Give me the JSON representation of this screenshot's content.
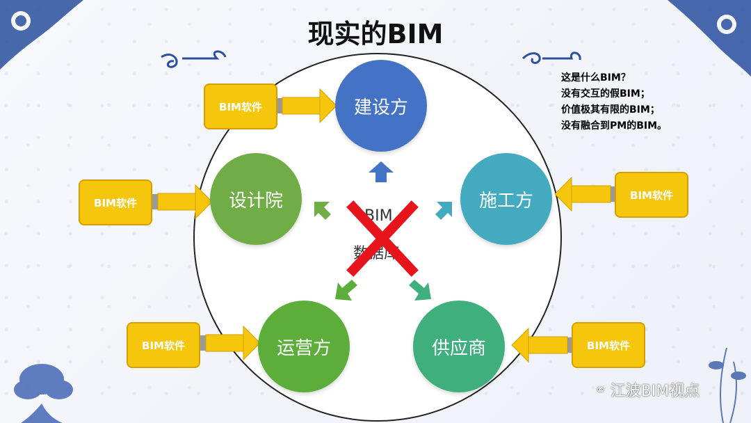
{
  "title": "现实的BIM",
  "nodes": {
    "owner": "建设方",
    "design": "设计院",
    "construction": "施工方",
    "operation": "运营方",
    "supplier": "供应商"
  },
  "center": {
    "line1": "BIM",
    "line2": "数据库"
  },
  "software_label": "BIM软件",
  "notes": [
    "这是什么BIM？",
    "没有交互的假BIM；",
    "价值极其有限的BIM；",
    "没有融合到PM的BIM。"
  ],
  "watermark": "江波BIM视点",
  "colors": {
    "owner": "#4472c4",
    "design": "#70ad47",
    "construction": "#43aac0",
    "operation": "#5cad3a",
    "supplier": "#3faf7e",
    "software": "#f5c60c",
    "cross": "#e8141b"
  }
}
